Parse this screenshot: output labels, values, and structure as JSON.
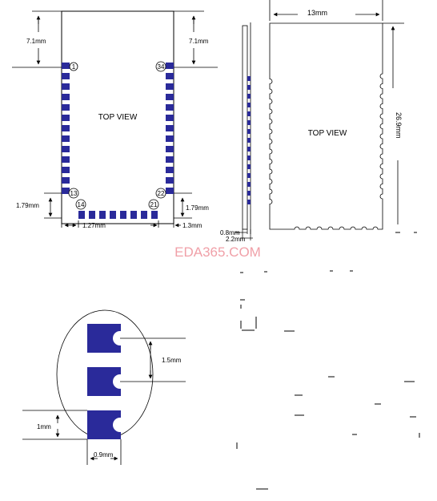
{
  "top_left": {
    "dim_top_left": "7.1mm",
    "dim_top_right": "7.1mm",
    "pin_1": "1",
    "pin_34": "34",
    "pin_13": "13",
    "pin_14": "14",
    "pin_21": "21",
    "pin_22": "22",
    "title": "TOP VIEW",
    "dim_bottom_left": "1.79mm",
    "dim_bottom_right": "1.79mm",
    "dim_pitch": "1.27mm",
    "dim_edge": "1.3mm"
  },
  "top_right": {
    "dim_width": "13mm",
    "dim_height": "26.9mm",
    "title": "TOP VIEW",
    "dim_thickness_1": "0.8mm",
    "dim_thickness_2": "2.2mm"
  },
  "detail": {
    "dim_spacing": "1.5mm",
    "dim_pad_height": "1mm",
    "dim_pad_width": "0.9mm"
  },
  "watermark": "EDA365.COM",
  "colors": {
    "pad_fill": "#2a2a9a",
    "line": "#000000",
    "watermark": "#f0a0a8"
  }
}
